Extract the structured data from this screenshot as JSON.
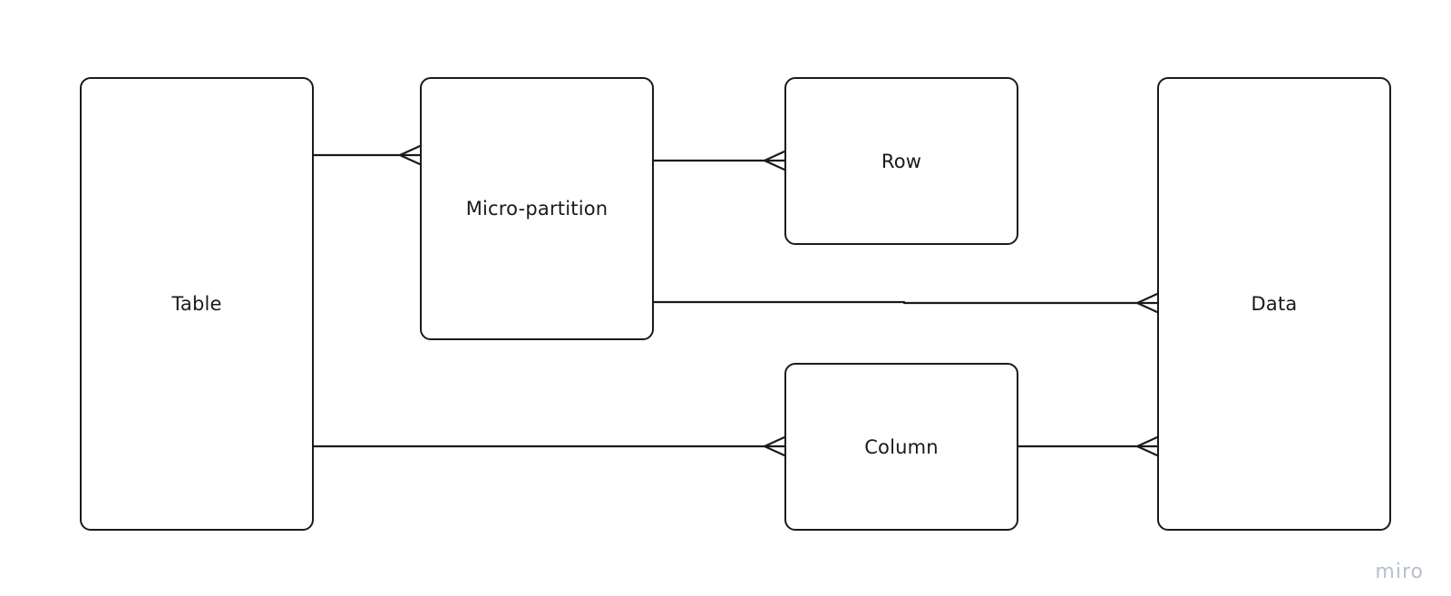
{
  "diagram": {
    "entities": {
      "table": "Table",
      "micro_partition": "Micro-partition",
      "row": "Row",
      "column": "Column",
      "data": "Data"
    },
    "relationships": [
      {
        "from": "Table",
        "to": "Micro-partition",
        "cardinality": "one-to-many"
      },
      {
        "from": "Micro-partition",
        "to": "Row",
        "cardinality": "one-to-many"
      },
      {
        "from": "Micro-partition",
        "to": "Data",
        "cardinality": "one-to-many"
      },
      {
        "from": "Table",
        "to": "Column",
        "cardinality": "one-to-many"
      },
      {
        "from": "Column",
        "to": "Data",
        "cardinality": "one-to-many"
      }
    ],
    "line_color": "#1a1a1a"
  },
  "watermark": {
    "text": "miro",
    "color": "#b8bfcc"
  }
}
